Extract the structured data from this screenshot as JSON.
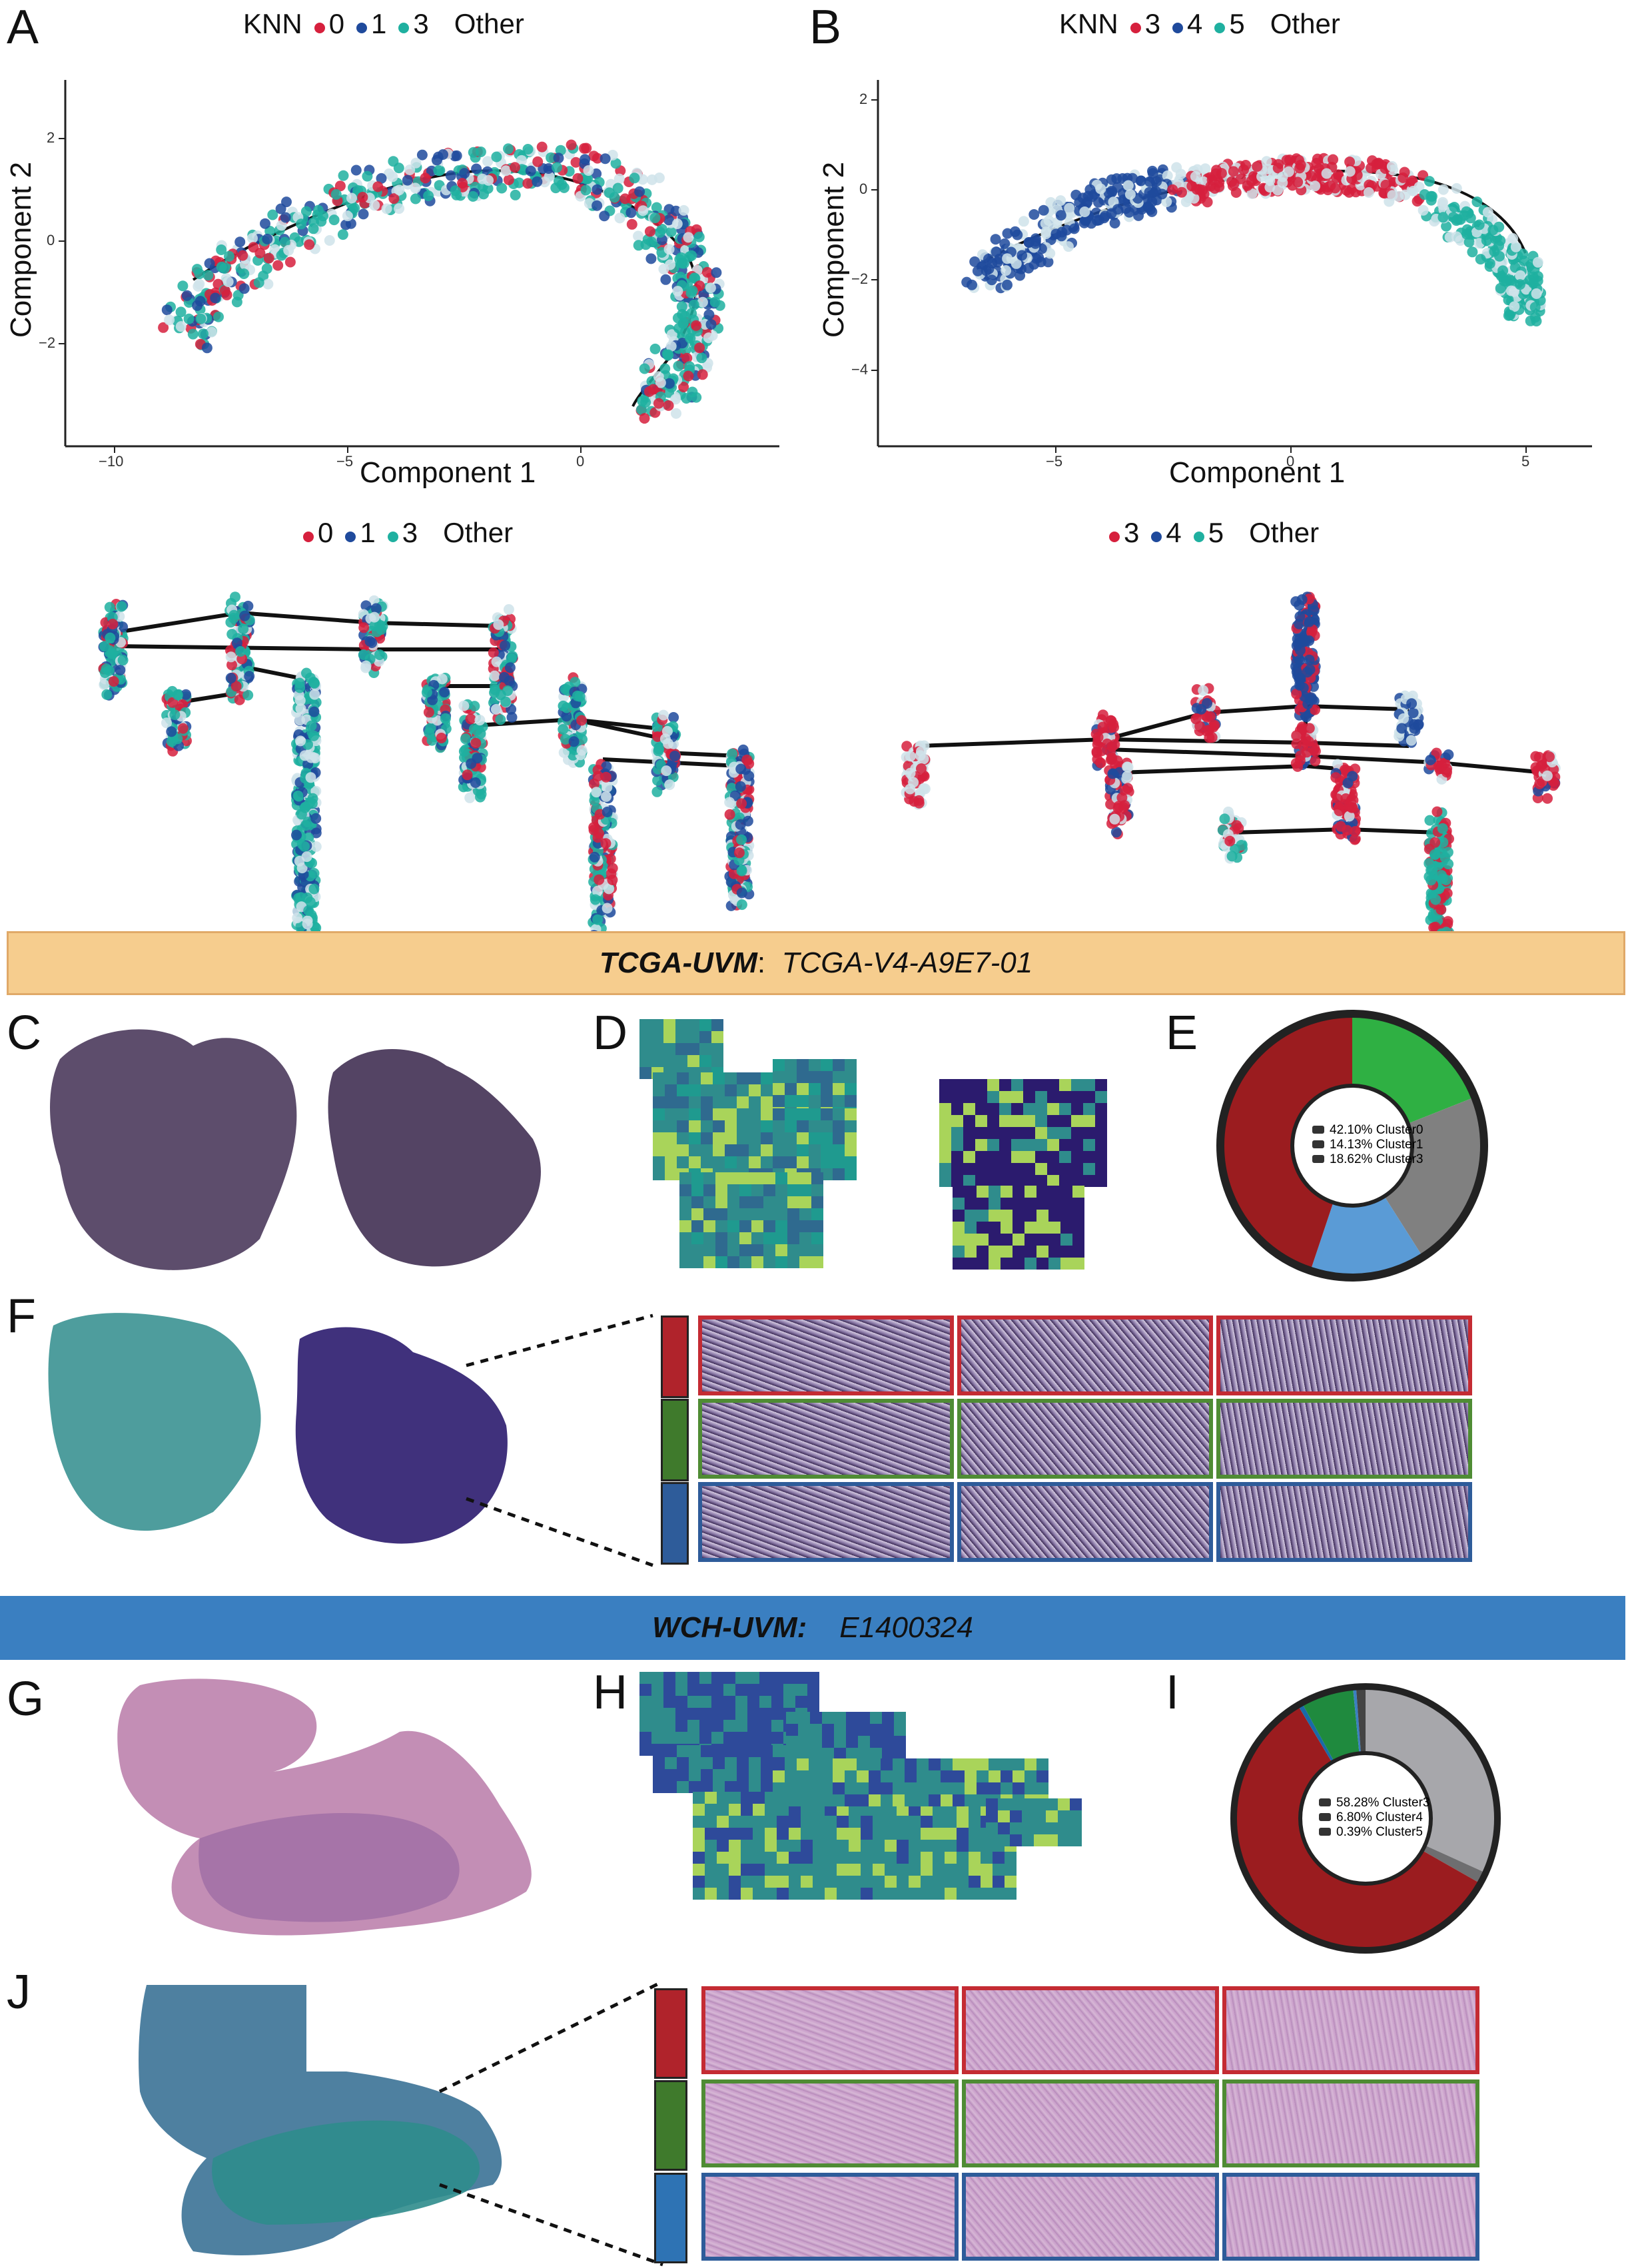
{
  "panels": {
    "A": "A",
    "B": "B",
    "C": "C",
    "D": "D",
    "E": "E",
    "F": "F",
    "G": "G",
    "H": "H",
    "I": "I",
    "J": "J"
  },
  "colors": {
    "red": "#d6203d",
    "blue": "#1f4a9c",
    "teal": "#1fb0a0",
    "banner1": "#f6cd8e",
    "banner2": "#3a7fc1",
    "donutRed": "#9b1c1f",
    "donutGreen": "#2fb043",
    "donutGray": "#808080",
    "donutBlue": "#5a9bd6",
    "clusterGreen": "#3f7a2c",
    "clusterBlue": "#2e5c9a",
    "tissueDark": "#4b3a5c",
    "heatDark": "#2b1b6e",
    "heatTeal": "#2f8c8c",
    "heatLight": "#a9d45a"
  },
  "plotA": {
    "legend_title": "KNN",
    "legend": [
      {
        "label": "0",
        "color": "#d6203d"
      },
      {
        "label": "1",
        "color": "#1f4a9c"
      },
      {
        "label": "3",
        "color": "#1fb0a0"
      },
      {
        "label": "Other",
        "color": "#eeeeee"
      }
    ],
    "xlabel": "Component 1",
    "ylabel": "Component 2",
    "xticks": [
      "−10",
      "−5",
      "0"
    ],
    "yticks": [
      "2",
      "0",
      "−2"
    ]
  },
  "plotB": {
    "legend_title": "KNN",
    "legend": [
      {
        "label": "3",
        "color": "#d6203d"
      },
      {
        "label": "4",
        "color": "#1f4a9c"
      },
      {
        "label": "5",
        "color": "#1fb0a0"
      },
      {
        "label": "Other",
        "color": "#eeeeee"
      }
    ],
    "xlabel": "Component 1",
    "ylabel": "Component 2",
    "xticks": [
      "−5",
      "0",
      "5"
    ],
    "yticks": [
      "2",
      "0",
      "−2",
      "−4"
    ]
  },
  "treeA": {
    "legend": [
      {
        "label": "0",
        "color": "#d6203d"
      },
      {
        "label": "1",
        "color": "#1f4a9c"
      },
      {
        "label": "3",
        "color": "#1fb0a0"
      },
      {
        "label": "Other",
        "color": "#eeeeee"
      }
    ]
  },
  "treeB": {
    "legend": [
      {
        "label": "3",
        "color": "#d6203d"
      },
      {
        "label": "4",
        "color": "#1f4a9c"
      },
      {
        "label": "5",
        "color": "#1fb0a0"
      },
      {
        "label": "Other",
        "color": "#eeeeee"
      }
    ]
  },
  "banner1": {
    "bold": "TCGA-UVM",
    "sep": ":",
    "id": "TCGA-V4-A9E7-01"
  },
  "banner2": {
    "bold": "WCH-UVM:",
    "id": "E1400324"
  },
  "donutE": {
    "items": [
      "42.10%  Cluster0",
      "14.13%  Cluster1",
      "18.62%  Cluster3"
    ],
    "slices": [
      42.1,
      19.0,
      22.0,
      14.13
    ]
  },
  "donutI": {
    "items": [
      "58.28%  Cluster3",
      "6.80%  Cluster4",
      "0.39%  Cluster5"
    ],
    "slices": [
      58.28,
      6.8,
      0.39,
      0.5,
      1.2,
      31.8,
      1.0
    ]
  }
}
